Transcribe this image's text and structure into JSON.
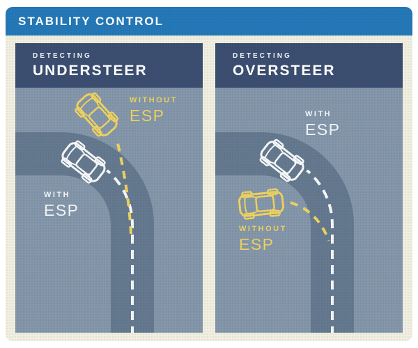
{
  "header": {
    "title": "STABILITY CONTROL"
  },
  "panels": [
    {
      "kicker": "DETECTING",
      "title": "UNDERSTEER",
      "without": {
        "line1": "WITHOUT",
        "line2": "ESP"
      },
      "with": {
        "line1": "WITH",
        "line2": "ESP"
      }
    },
    {
      "kicker": "DETECTING",
      "title": "OVERSTEER",
      "with": {
        "line1": "WITH",
        "line2": "ESP"
      },
      "without": {
        "line1": "WITHOUT",
        "line2": "ESP"
      }
    }
  ],
  "colors": {
    "header_blue": "#2478b8",
    "panel_title_navy": "#3b4e71",
    "terrain_light_slate": "#8396aa",
    "road_dark_slate": "#64798f",
    "card_cream": "#f0efe1",
    "esp_yellow": "#eed261",
    "line_white": "#f6f8fa"
  }
}
